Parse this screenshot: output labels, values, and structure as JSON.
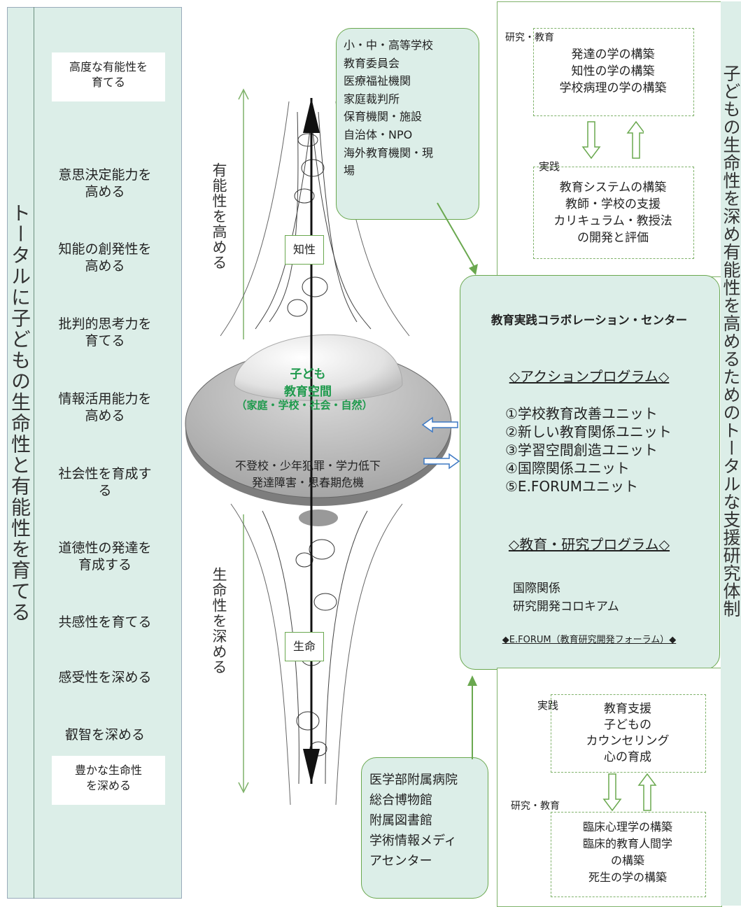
{
  "left_panel": {
    "vertical_title": "トータルに子どもの生命性と有能性を育てる",
    "top_box": "高度な有能性を\n育てる",
    "items": [
      "意思決定能力を\n高める",
      "知能の創発性を\n高める",
      "批判的思考力を\n育てる",
      "情報活用能力を\n高める",
      "社会性を育成す\nる",
      "道徳性の発達を\n育成する",
      "共感性を育てる",
      "感受性を深める",
      "叡智を深める"
    ],
    "bottom_box": "豊かな生命性\nを深める"
  },
  "center": {
    "arrow_up_label": "有能性を高める",
    "arrow_down_label": "生命性を深める",
    "chisei": "知性",
    "seimei": "生命",
    "dome_line1": "子ども",
    "dome_line2": "教育空間",
    "dome_line3": "（家庭・学校・社会・自然）",
    "disc_line1": "不登校・少年犯罪・学力低下",
    "disc_line2": "発達障害・思春期危機"
  },
  "partners_top": "小・中・高等学校\n教育委員会\n医療福祉機関\n家庭裁判所\n保育機関・施設\n自治体・NPO\n海外教育機関・現\n場",
  "partners_bottom": "医学部附属病院\n総合博物館\n附属図書館\n学術情報メディ\nアセンター",
  "research_top": {
    "label_research": "研究・教育",
    "research_text": "発達の学の構築\n知性の学の構築\n学校病理の学の構築",
    "label_practice": "実践",
    "practice_text": "教育システムの構築\n教師・学校の支援\nカリキュラム・教授法\nの開発と評価"
  },
  "research_bottom": {
    "label_practice": "実践",
    "practice_text": "教育支援\n子どもの\nカウンセリング\n心の育成",
    "label_research": "研究・教育",
    "research_text": "臨床心理学の構築\n臨床的教育人間学\nの構築\n死生の学の構築"
  },
  "center_box": {
    "title": "教育実践コラボレーション・センター",
    "action_heading": "◇アクションプログラム◇",
    "units": [
      "①学校教育改善ユニット",
      "②新しい教育関係ユニット",
      "③学習空間創造ユニット",
      "④国際関係ユニット",
      "⑤E.FORUMユニット"
    ],
    "edu_heading": "◇教育・研究プログラム◇",
    "programs": [
      "国際関係",
      "研究開発コロキアム"
    ],
    "forum": "◆E.FORUM（教育研究開発フォーラム）◆"
  },
  "right_vertical": "子どもの生命性を深め有能性を高めるためのトータルな支援研究体制",
  "colors": {
    "mint": "#dceee8",
    "green": "#6aa84f",
    "dome_text": "#1f9a4d",
    "blue_arrow": "#3d79c4"
  }
}
